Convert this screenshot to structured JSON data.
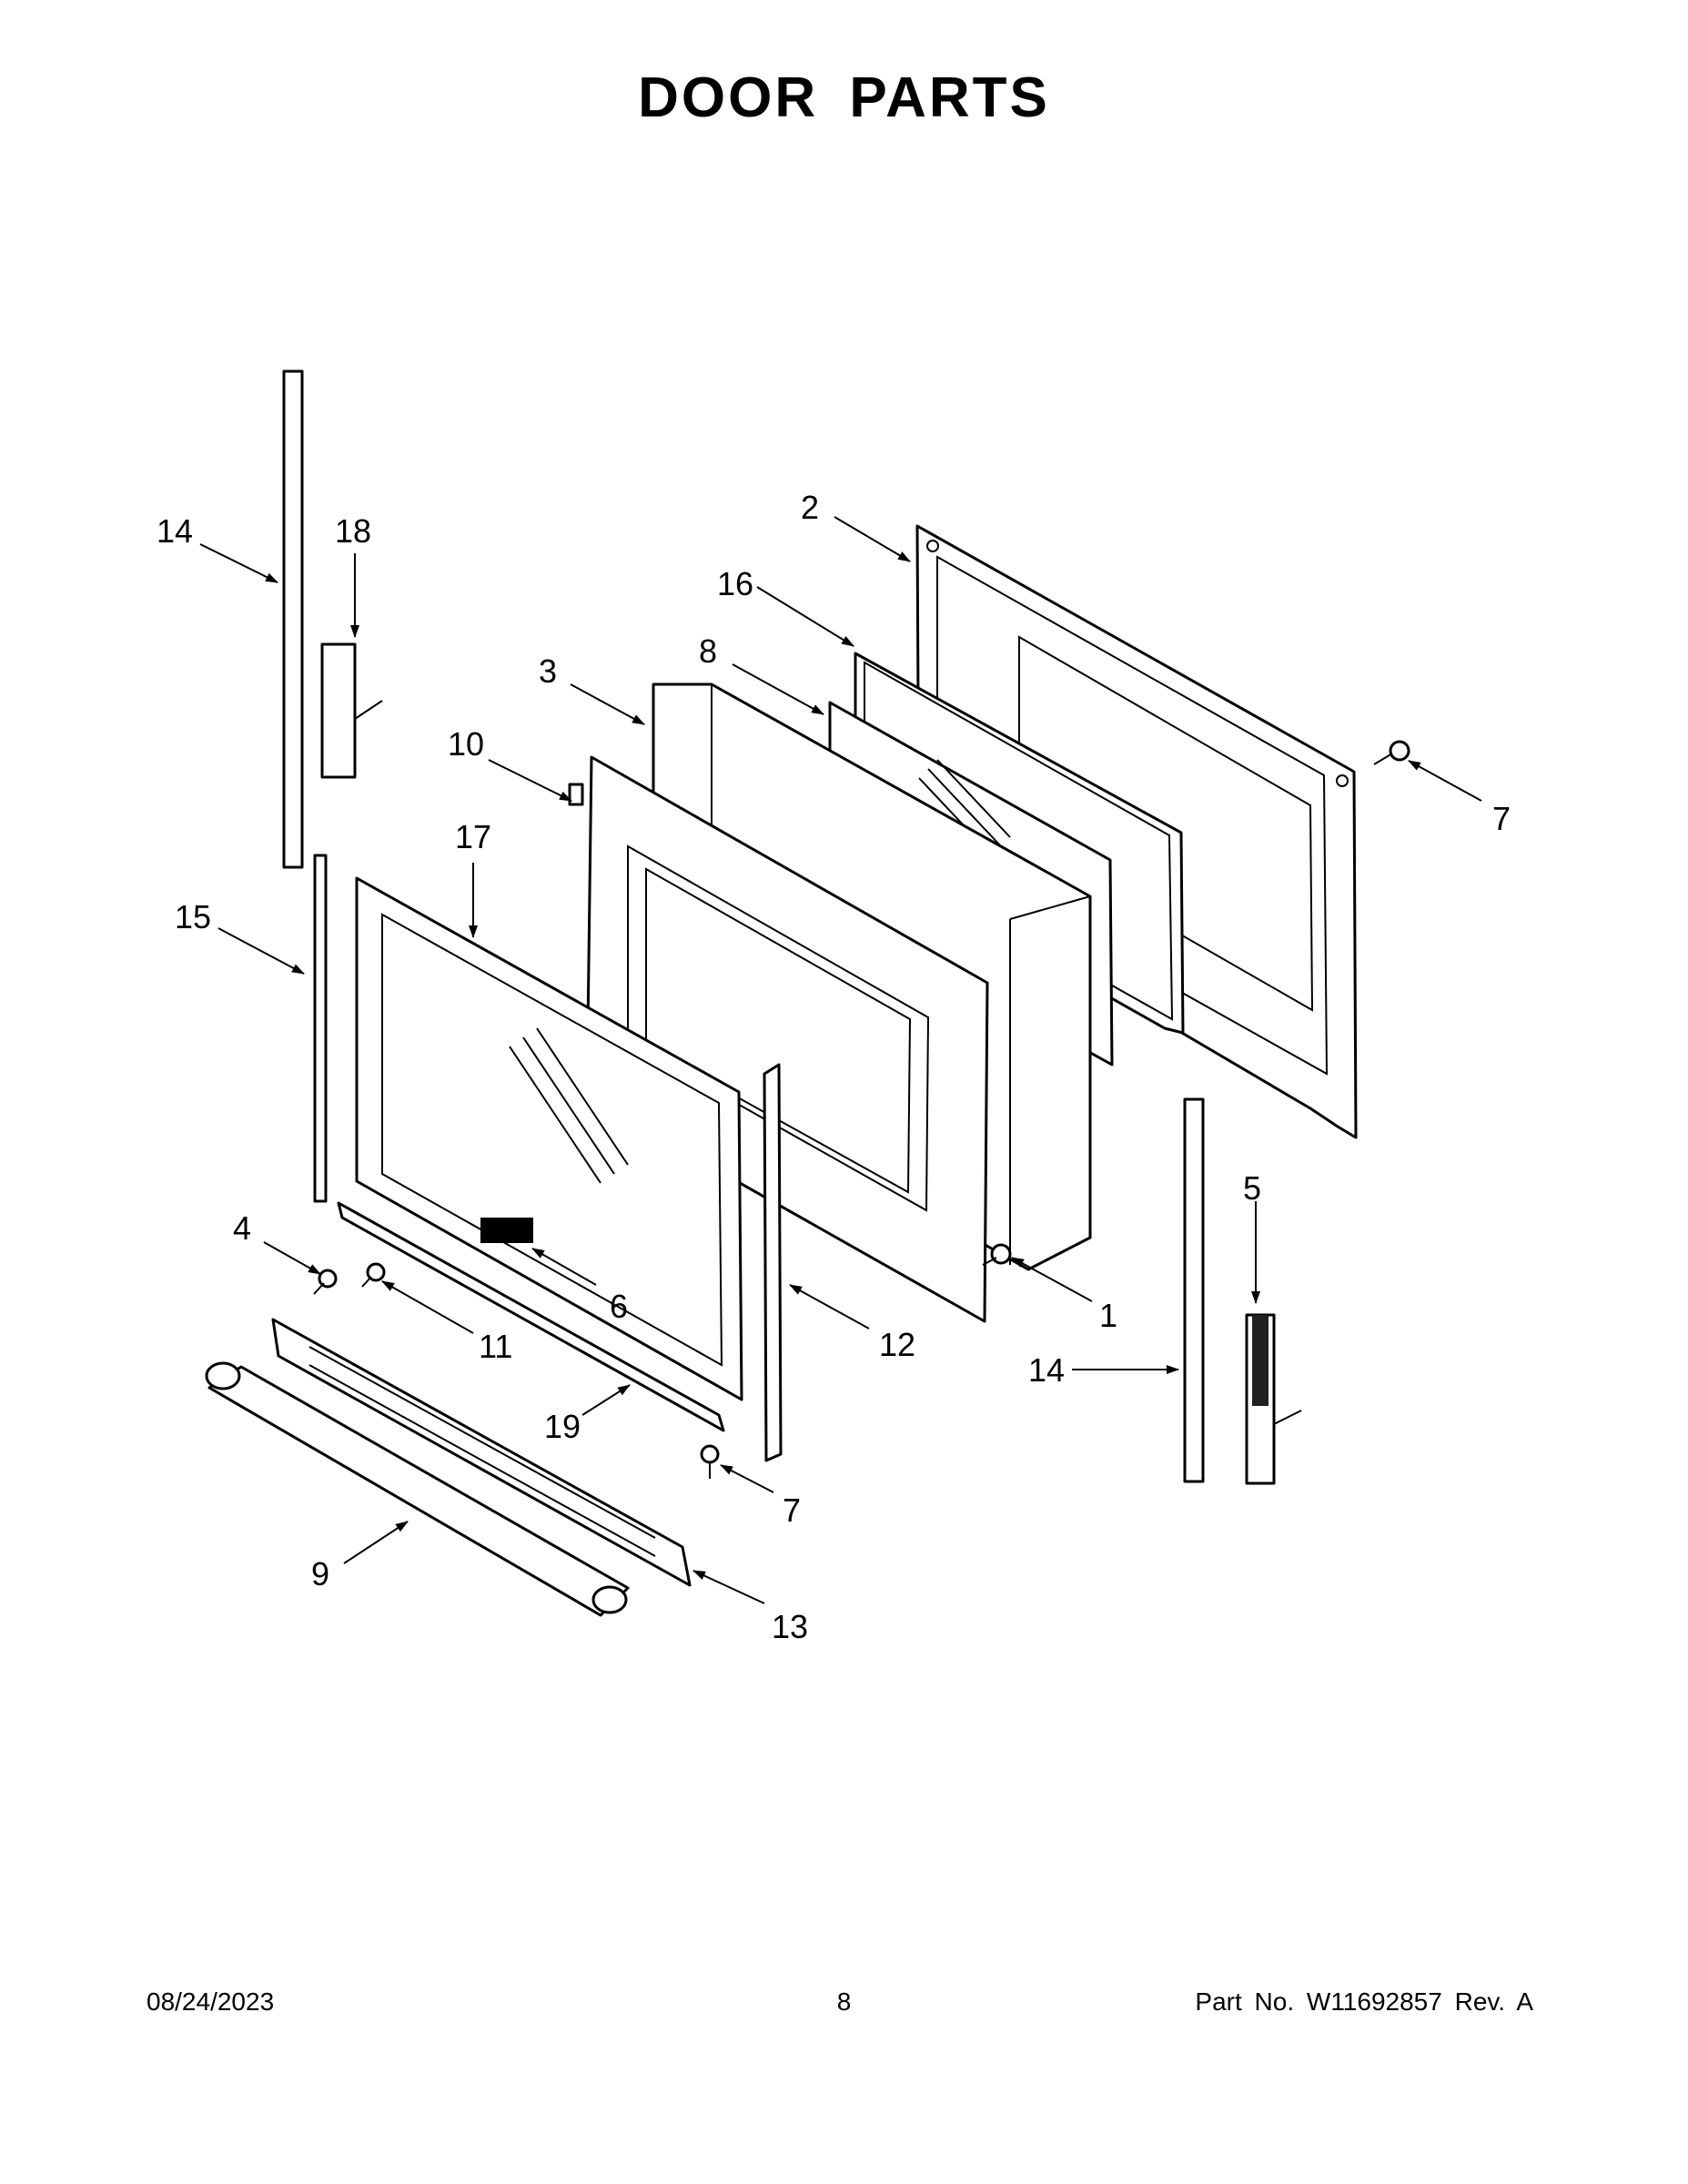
{
  "title": "DOOR PARTS",
  "footer": {
    "date": "08/24/2023",
    "page": "8",
    "part_info": "Part No.  W11692857  Rev.  A"
  },
  "callouts": {
    "c14a": "14",
    "c18": "18",
    "c2": "2",
    "c16": "16",
    "c3": "3",
    "c8": "8",
    "c10": "10",
    "c17": "17",
    "c7a": "7",
    "c15": "15",
    "c4": "4",
    "c6": "6",
    "c1": "1",
    "c5": "5",
    "c11": "11",
    "c12": "12",
    "c14b": "14",
    "c19": "19",
    "c7b": "7",
    "c9": "9",
    "c13": "13"
  }
}
